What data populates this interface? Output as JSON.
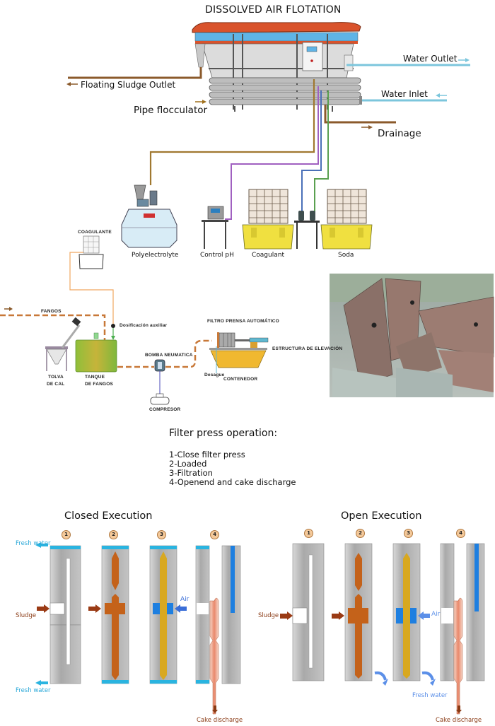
{
  "daf": {
    "title": "DISSOLVED AIR FLOTATION",
    "labels": {
      "floating_sludge_outlet": "Floating Sludge Outlet",
      "pipe_flocculator": "Pipe flocculator",
      "water_outlet": "Water Outlet",
      "water_inlet": "Water Inlet",
      "drainage": "Drainage"
    },
    "dosing": {
      "polyelectrolyte": "Polyelectrolyte",
      "control_ph": "Control pH",
      "coagulant": "Coagulant",
      "soda": "Soda"
    },
    "colors": {
      "sludge_line": "#8b5a2b",
      "water_line": "#7cc6dc",
      "poly_line": "#a07830",
      "ph_line": "#a060c0",
      "coag_line": "#4a70b8",
      "soda_line": "#5aa050",
      "cover": "#d9532c",
      "tank_blue": "#5fb4e6",
      "ibc_yellow": "#f0e040"
    }
  },
  "sludge_line": {
    "coagulante": "COAGULANTE",
    "fangos": "FANGOS",
    "dosificacion": "Dosificación auxiliar",
    "tolva_1": "TOLVA",
    "tolva_2": "DE CAL",
    "tanque_1": "TANQUE",
    "tanque_2": "DE FANGOS",
    "bomba": "BOMBA NEUMATICA",
    "compresor": "COMPRESOR",
    "filtro": "FILTRO PRENSA AUTOMÁTICO",
    "estructura": "ESTRUCTURA DE ELEVACIÓN",
    "desague": "Desague",
    "contenedor": "CONTENEDOR"
  },
  "photo": {
    "description": "broken-filter-plates-photo"
  },
  "operation": {
    "title": "Filter press operation:",
    "steps": [
      "1-Close filter press",
      "2-Loaded",
      "3-Filtration",
      "4-Openend and cake discharge"
    ]
  },
  "closed": {
    "title": "Closed Execution",
    "steps": [
      "1",
      "2",
      "3",
      "4"
    ],
    "fresh_water_top": "Fresh water",
    "fresh_water_bottom": "Fresh water",
    "sludge": "Sludge",
    "air": "Air",
    "cake": "Cake discharge"
  },
  "open": {
    "title": "Open Execution",
    "steps": [
      "1",
      "2",
      "3",
      "4"
    ],
    "sludge": "Sludge",
    "air": "Air",
    "fresh_water": "Fresh water",
    "cake": "Cake discharge"
  }
}
